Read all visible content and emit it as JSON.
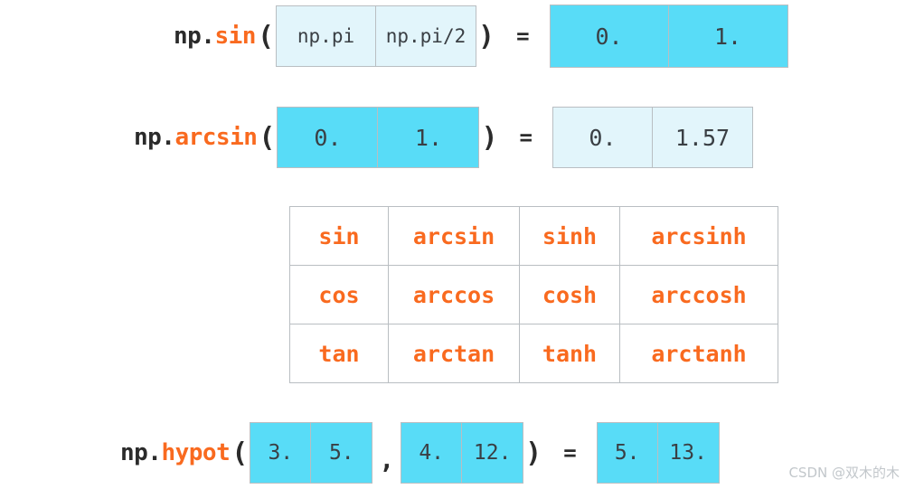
{
  "rows": [
    {
      "id": "sin",
      "module": "np.",
      "fn": "sin",
      "open_paren": "(",
      "close_paren": ")",
      "equals": "=",
      "input": {
        "style": "pale",
        "cells": [
          "np.pi",
          "np.pi/2"
        ]
      },
      "output": {
        "style": "solid",
        "cells": [
          "0.",
          "1."
        ]
      }
    },
    {
      "id": "arcsin",
      "module": "np.",
      "fn": "arcsin",
      "open_paren": "(",
      "close_paren": ")",
      "equals": "=",
      "input": {
        "style": "solid",
        "cells": [
          "0.",
          "1."
        ]
      },
      "output": {
        "style": "pale",
        "cells": [
          "0.",
          "1.57"
        ]
      }
    },
    {
      "id": "hypot",
      "module": "np.",
      "fn": "hypot",
      "open_paren": "(",
      "close_paren": ")",
      "comma": ",",
      "equals": "=",
      "input_a": {
        "style": "solid",
        "cells": [
          "3.",
          "5."
        ]
      },
      "input_b": {
        "style": "solid",
        "cells": [
          "4.",
          "12."
        ]
      },
      "output": {
        "style": "solid",
        "cells": [
          "5.",
          "13."
        ]
      }
    }
  ],
  "function_table": {
    "rows": [
      [
        "sin",
        "arcsin",
        "sinh",
        "arcsinh"
      ],
      [
        "cos",
        "arccos",
        "cosh",
        "arccosh"
      ],
      [
        "tan",
        "arctan",
        "tanh",
        "arctanh"
      ]
    ]
  },
  "watermark": "CSDN @双木的木",
  "colors": {
    "accent_orange": "#f96a1f",
    "array_solid": "#58dcf7",
    "array_pale": "#e2f5fb",
    "border": "#b9bec2",
    "text_dark": "#2b2b2b",
    "watermark": "#c2c7cb",
    "background": "#ffffff"
  }
}
